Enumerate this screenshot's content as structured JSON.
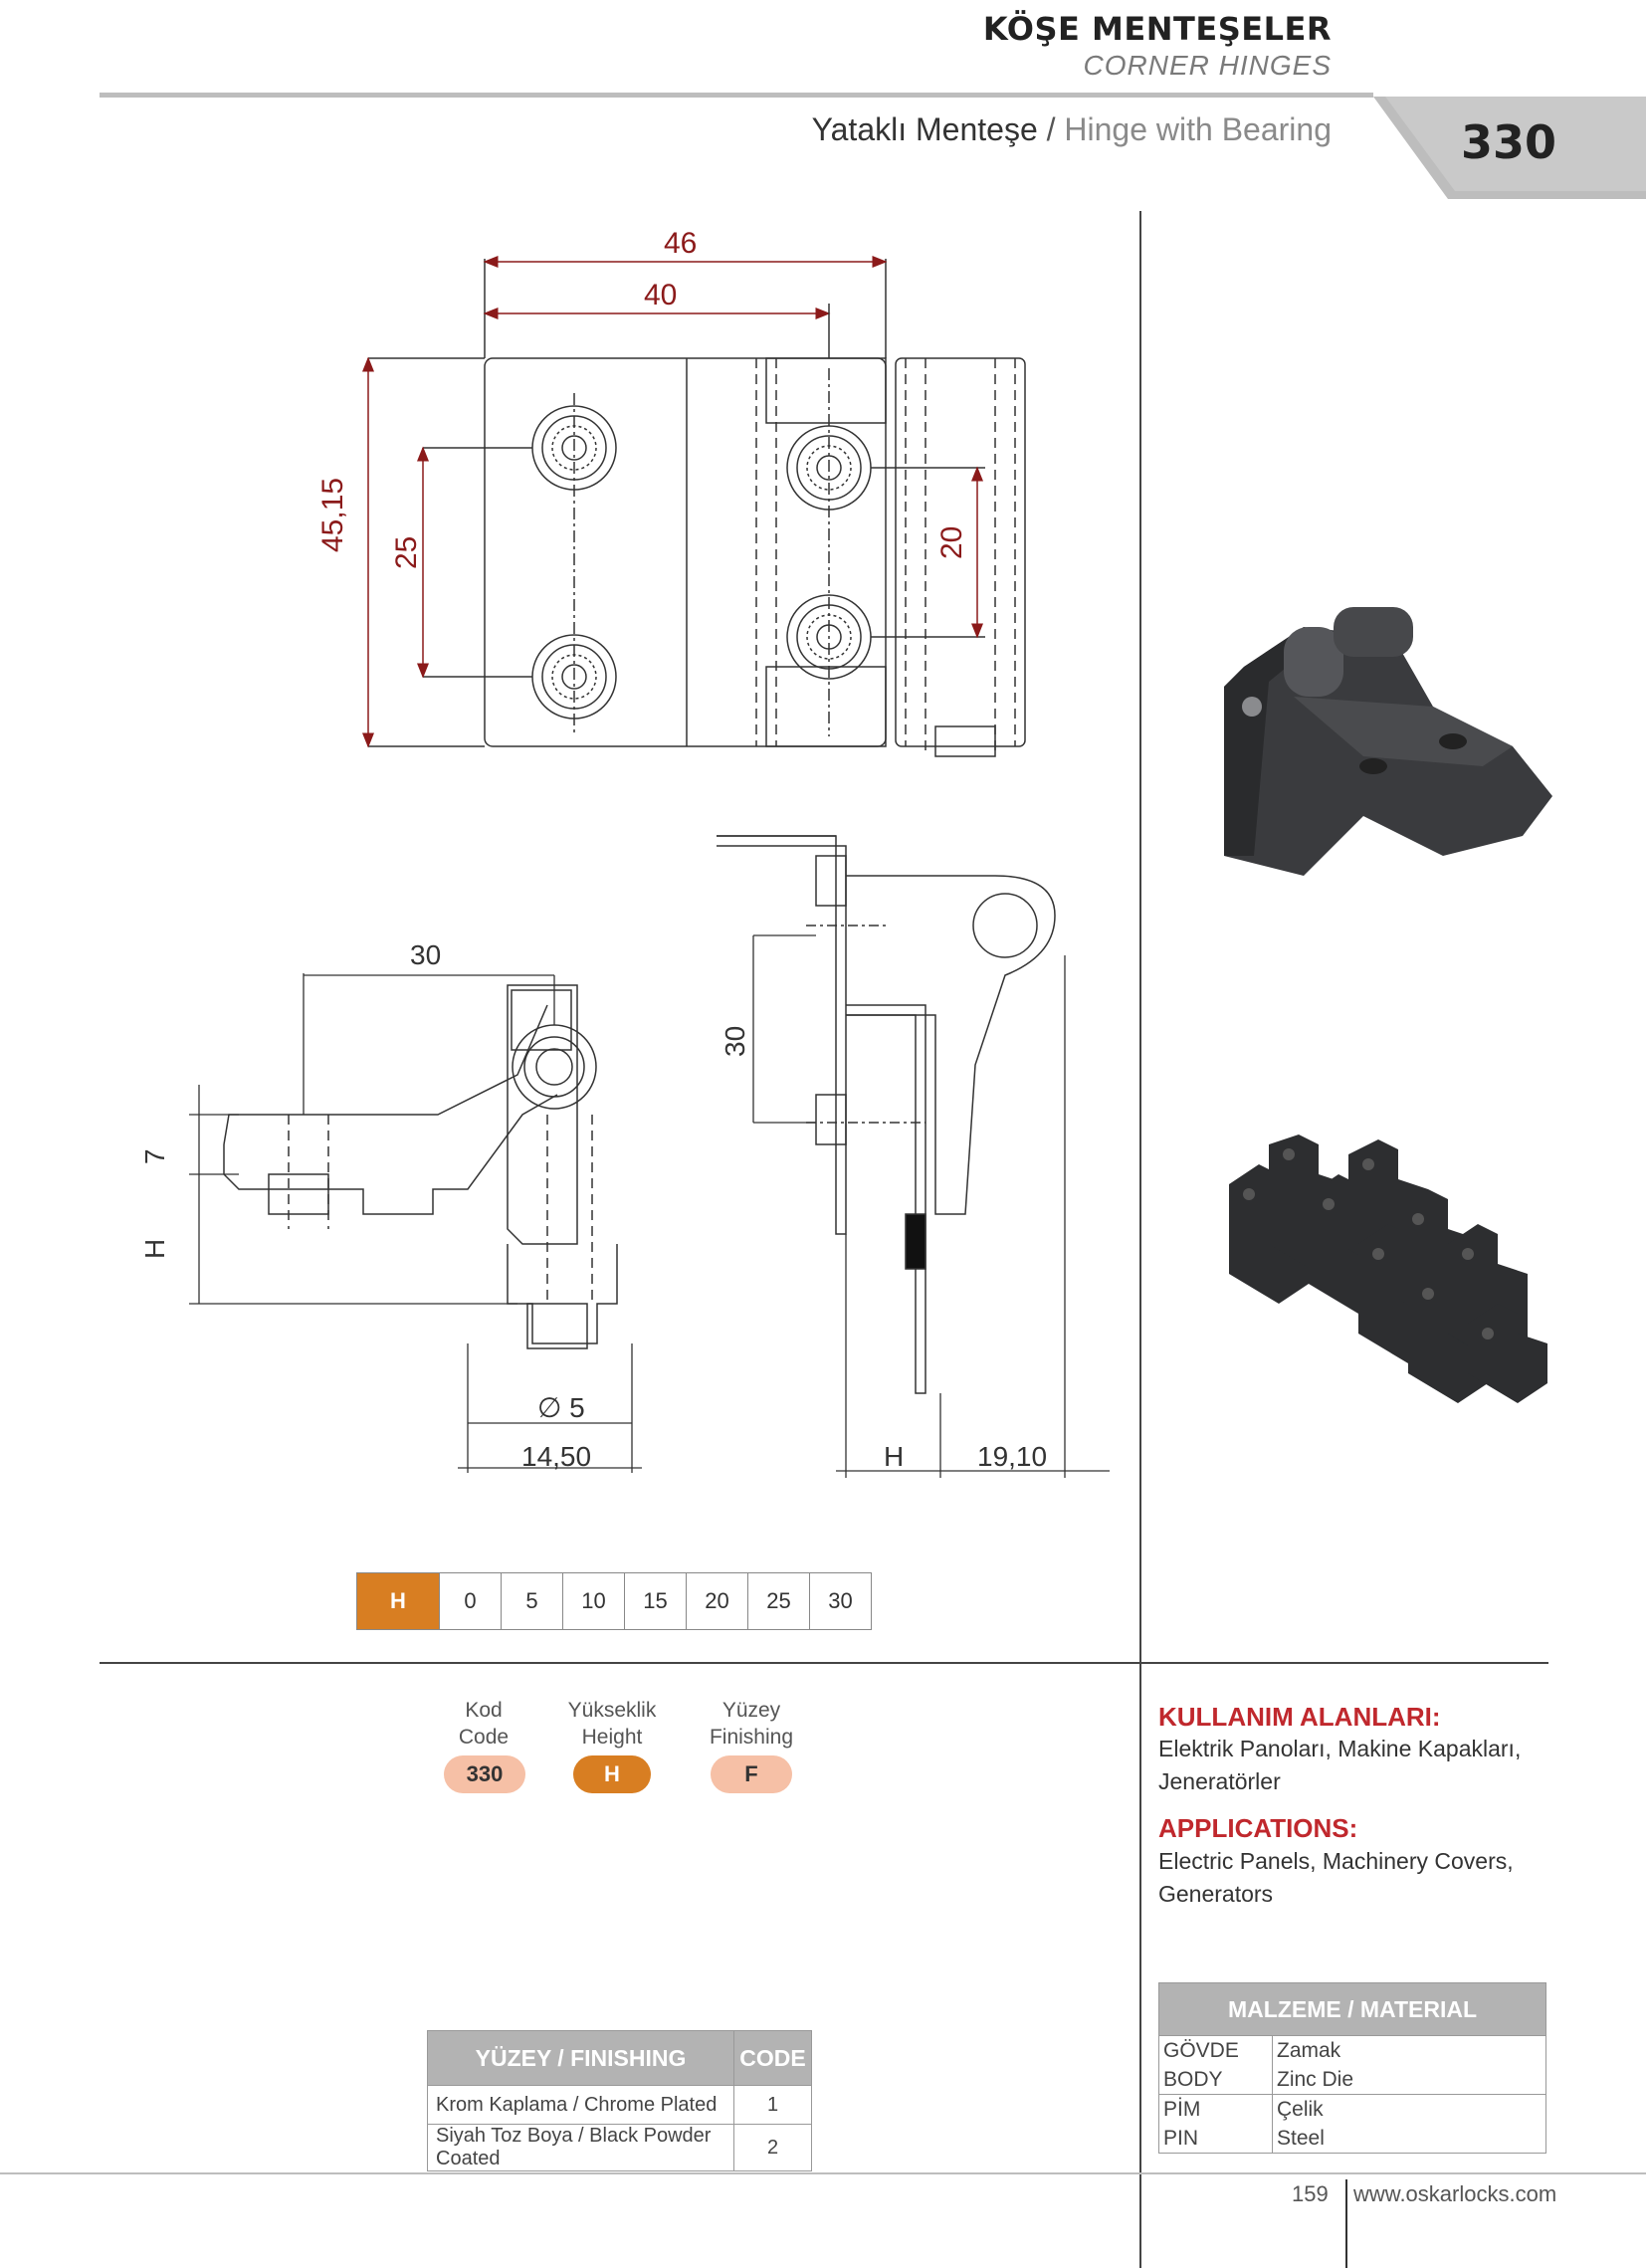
{
  "header": {
    "title_tr": "KÖŞE MENTEŞELER",
    "title_en": "CORNER HINGES",
    "subtitle_tr": "Yataklı Menteşe",
    "subtitle_sep": " / ",
    "subtitle_en": "Hinge with Bearing",
    "page_code": "330"
  },
  "drawing": {
    "dim_46": "46",
    "dim_40": "40",
    "dim_45_15": "45,15",
    "dim_25": "25",
    "dim_20": "20",
    "dim_30_top": "30",
    "dim_7": "7",
    "dim_H_left": "H",
    "dim_d5": "∅ 5",
    "dim_14_50": "14,50",
    "dim_30_side": "30",
    "dim_H_right": "H",
    "dim_19_10": "19,10"
  },
  "height_table": {
    "header": "H",
    "values": [
      "0",
      "5",
      "10",
      "15",
      "20",
      "25",
      "30"
    ]
  },
  "order_code": {
    "code_label_tr": "Kod",
    "code_label_en": "Code",
    "code_value": "330",
    "height_label_tr": "Yükseklik",
    "height_label_en": "Height",
    "height_value": "H",
    "finish_label_tr": "Yüzey",
    "finish_label_en": "Finishing",
    "finish_value": "F"
  },
  "usage": {
    "heading_tr": "KULLANIM ALANLARI:",
    "text_tr_1": "Elektrik Panoları, Makine Kapakları,",
    "text_tr_2": "Jeneratörler",
    "heading_en": "APPLICATIONS:",
    "text_en_1": "Electric Panels, Machinery Covers,",
    "text_en_2": "Generators"
  },
  "finishing_table": {
    "header_name": "YÜZEY / FINISHING",
    "header_code": "CODE",
    "rows": [
      {
        "name": "Krom Kaplama / Chrome Plated",
        "code": "1"
      },
      {
        "name": "Siyah Toz Boya / Black Powder Coated",
        "code": "2"
      }
    ]
  },
  "material_table": {
    "header": "MALZEME / MATERIAL",
    "rows": [
      {
        "part_tr": "GÖVDE",
        "part_en": "BODY",
        "mat_tr": "Zamak",
        "mat_en": "Zinc Die"
      },
      {
        "part_tr": "PİM",
        "part_en": "PIN",
        "mat_tr": "Çelik",
        "mat_en": "Steel"
      }
    ]
  },
  "footer": {
    "page_number": "159",
    "website": "www.oskarlocks.com"
  },
  "colors": {
    "accent_orange": "#d87e22",
    "pill_light": "#f6c0a6",
    "dim_red": "#8b1a1a",
    "heading_red": "#c0282d",
    "table_header_gray": "#b3b3b3"
  }
}
